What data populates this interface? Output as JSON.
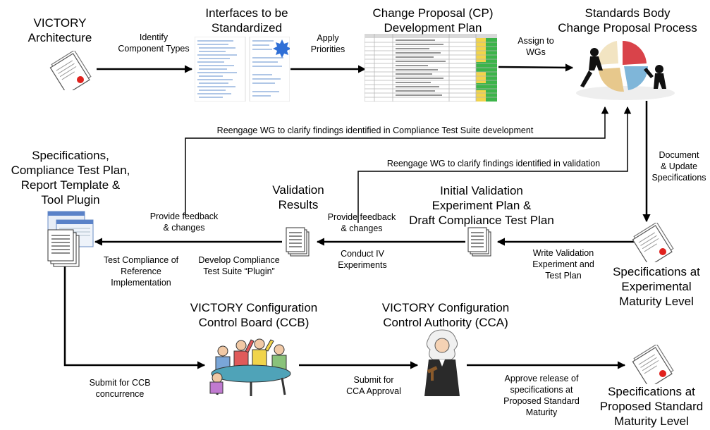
{
  "nodes": {
    "victory_architecture": [
      "VICTORY",
      "Architecture"
    ],
    "interfaces": [
      "Interfaces to be",
      "Standardized"
    ],
    "cp_plan": [
      "Change Proposal (CP)",
      "Development Plan"
    ],
    "standards_body": [
      "Standards Body",
      "Change Proposal Process"
    ],
    "specifications_bundle": [
      "Specifications,",
      "Compliance Test Plan,",
      "Report Template &",
      "Tool Plugin"
    ],
    "validation_results": [
      "Validation",
      "Results"
    ],
    "initial_validation": [
      "Initial Validation",
      "Experiment Plan &",
      "Draft Compliance Test Plan"
    ],
    "spec_experimental": [
      "Specifications at",
      "Experimental",
      "Maturity Level"
    ],
    "ccb": [
      "VICTORY Configuration",
      "Control Board (CCB)"
    ],
    "cca": [
      "VICTORY Configuration",
      "Control Authority (CCA)"
    ],
    "spec_proposed": [
      "Specifications at",
      "Proposed Standard",
      "Maturity Level"
    ]
  },
  "edges": {
    "identify_component_types": [
      "Identify",
      "Component Types"
    ],
    "apply_priorities": [
      "Apply",
      "Priorities"
    ],
    "assign_to_wgs": [
      "Assign to",
      "WGs"
    ],
    "reengage_compliance": "Reengage WG to clarify findings identified in Compliance Test Suite development",
    "reengage_validation": "Reengage WG to clarify findings identified in validation",
    "document_update": [
      "Document",
      "& Update",
      "Specifications"
    ],
    "provide_feedback_1": [
      "Provide feedback",
      "& changes"
    ],
    "provide_feedback_2": [
      "Provide feedback",
      "& changes"
    ],
    "write_validation": [
      "Write Validation",
      "Experiment and",
      "Test Plan"
    ],
    "conduct_iv": [
      "Conduct IV",
      "Experiments"
    ],
    "develop_compliance": [
      "Develop Compliance",
      "Test Suite “Plugin”"
    ],
    "test_compliance": [
      "Test Compliance of",
      "Reference",
      "Implementation"
    ],
    "submit_ccb": [
      "Submit for CCB",
      "concurrence"
    ],
    "submit_cca": [
      "Submit for",
      "CCA Approval"
    ],
    "approve_release": [
      "Approve release of",
      "specifications at",
      "Proposed Standard",
      "Maturity"
    ]
  },
  "icons": {
    "architecture_doc": "document-ribbon-icon",
    "interfaces_doc": "spreadsheet-thumbnail-icon",
    "cp_plan_doc": "spreadsheet-thumbnail-icon",
    "standards_body_art": "puzzle-pie-chart-people-icon",
    "specs_bundle": "document-stack-screenshots-icon",
    "validation_doc": "document-stack-icon",
    "initial_validation_doc": "document-stack-icon",
    "spec_experimental_doc": "document-ribbon-icon",
    "ccb_art": "meeting-table-people-icon",
    "cca_art": "judge-icon",
    "spec_proposed_doc": "document-ribbon-icon"
  },
  "colors": {
    "arrow": "#000000",
    "ribbon": "#e0211d",
    "sheet_green": "#3cb44a",
    "sheet_yellow": "#f1d44b",
    "pie_red": "#d9434a",
    "pie_blue": "#7fb6d9",
    "pie_tan": "#e7c88c"
  }
}
